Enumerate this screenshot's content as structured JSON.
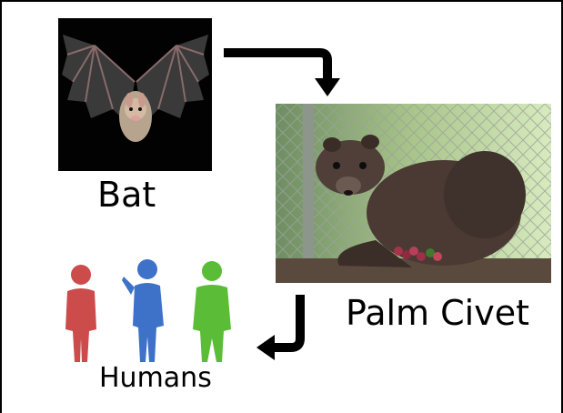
{
  "nodes": {
    "bat": {
      "label": "Bat"
    },
    "civet": {
      "label": "Palm Civet"
    },
    "humans": {
      "label": "Humans"
    }
  },
  "colors": {
    "border": "#000000",
    "arrow": "#000000",
    "person_red": "#cc4b4b",
    "person_blue": "#3d72c8",
    "person_green": "#5bbd37"
  },
  "icons": [
    "bat-photo",
    "palm-civet-photo",
    "human-figure-red",
    "human-figure-blue",
    "human-figure-green",
    "arrow-bat-to-civet",
    "arrow-civet-to-humans"
  ]
}
